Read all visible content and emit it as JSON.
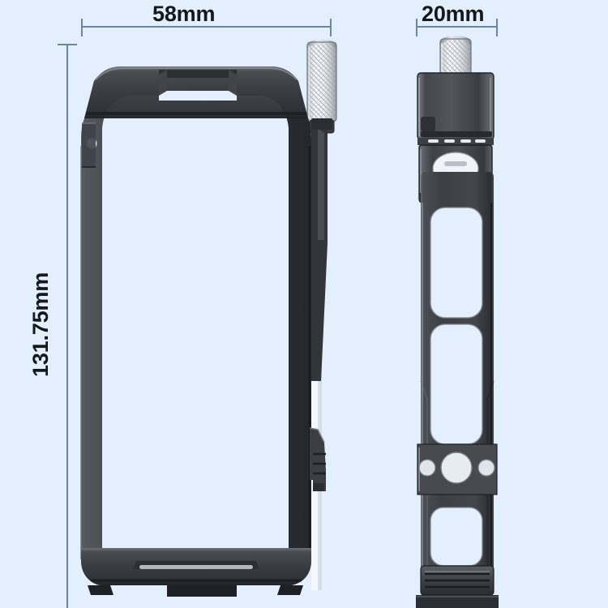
{
  "page": {
    "type": "product-dimension-diagram",
    "subject": "smartphone-video-cage",
    "background_color": "#e3effc",
    "dimension_line_color": "#6b86a3",
    "label_color": "#15191c"
  },
  "dimensions": {
    "width": {
      "value": "58mm",
      "axis": "horizontal",
      "view": "front"
    },
    "depth": {
      "value": "20mm",
      "axis": "horizontal",
      "view": "side"
    },
    "height": {
      "value": "131.75mm",
      "axis": "vertical",
      "view": "front"
    }
  },
  "views": {
    "front": {
      "name": "front-view",
      "parts": [
        "cage-frame-outline",
        "top-notch-cutout",
        "left-side-pin",
        "right-side-tab",
        "bottom-rail",
        "knurled-screw-top-right"
      ]
    },
    "side": {
      "name": "side-view",
      "parts": [
        "knurled-screw-top",
        "cold-shoe-mount",
        "upper-cutout",
        "lower-cutout",
        "tripod-mount-hole",
        "side-pin-hole-left",
        "side-pin-hole-right",
        "bottom-cutout",
        "bottom-grip-ribs"
      ]
    }
  },
  "colors": {
    "metal_dark": "#3b3f44",
    "metal_darker": "#23262a",
    "metal_mid": "#55595e",
    "metal_light": "#7d8287",
    "knurl_silver": "#f2f4f6",
    "knurl_shadow": "#b9bec4",
    "accent_highlight": "#ffffff"
  }
}
